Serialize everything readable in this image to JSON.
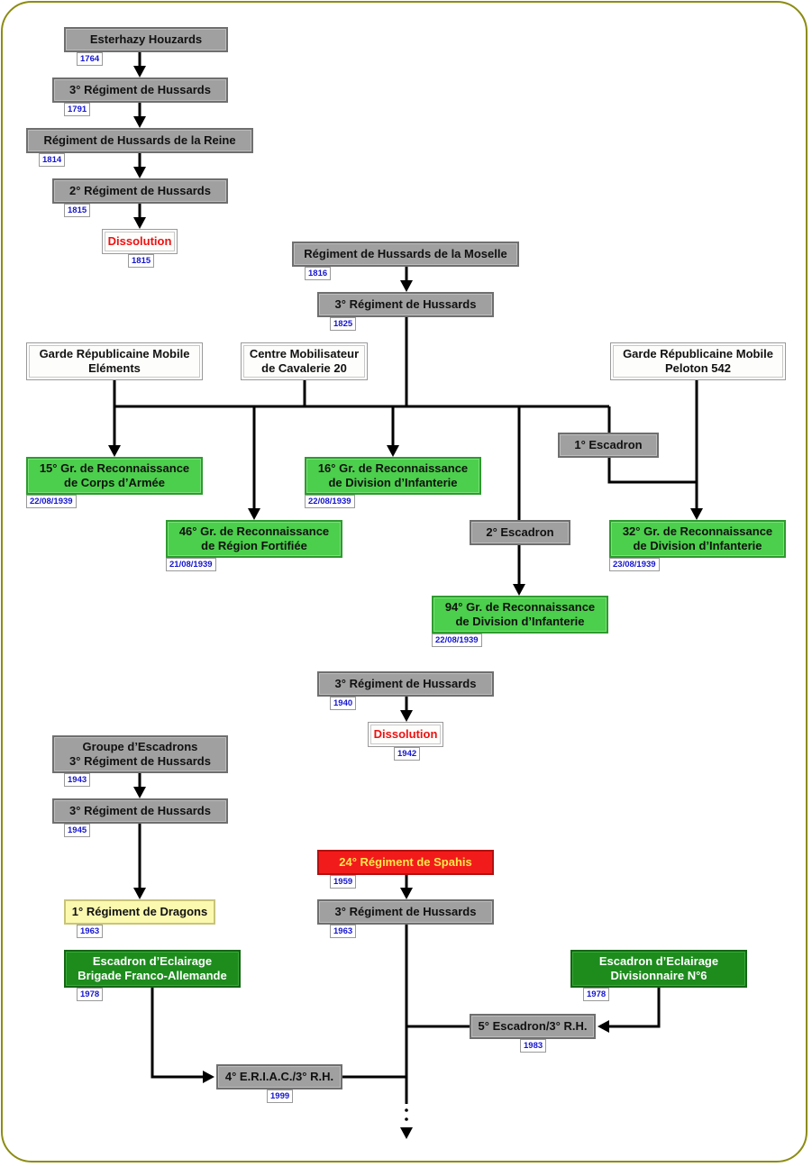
{
  "diagram": {
    "title": "",
    "colors": {
      "frame": "#8c8c14",
      "predecessor_unit": "#a0a0a0",
      "external_unit": "#fdfdfb",
      "reconnaissance_group_1939": "#4ccf4c",
      "eclairage_1978": "#1d8c1d",
      "spahis": "#f21b1b",
      "dragons": "#fbf8b0",
      "dissolution_text": "#ee1111",
      "date_text": "#1515d0"
    },
    "nodes": [
      {
        "id": "esterhazy",
        "label": "Esterhazy Houzards",
        "date": "1764",
        "style": "grey"
      },
      {
        "id": "r3h_1791",
        "label": "3° Régiment de Hussards",
        "date": "1791",
        "style": "grey"
      },
      {
        "id": "reine",
        "label": "Régiment de Hussards de la Reine",
        "date": "1814",
        "style": "grey"
      },
      {
        "id": "r2h_1815",
        "label": "2° Régiment de Hussards",
        "date": "1815",
        "style": "grey"
      },
      {
        "id": "dissol_1815",
        "label": "Dissolution",
        "date": "1815",
        "style": "dissolution"
      },
      {
        "id": "moselle",
        "label": "Régiment de Hussards de la Moselle",
        "date": "1816",
        "style": "grey"
      },
      {
        "id": "r3h_1825",
        "label": "3° Régiment de Hussards",
        "date": "1825",
        "style": "grey"
      },
      {
        "id": "grm_elements",
        "label": "Garde Républicaine Mobile\nEléments",
        "date": "",
        "style": "white"
      },
      {
        "id": "cm20",
        "label": "Centre Mobilisateur\nde Cavalerie 20",
        "date": "",
        "style": "white"
      },
      {
        "id": "grm_542",
        "label": "Garde Républicaine Mobile\nPeloton 542",
        "date": "",
        "style": "white"
      },
      {
        "id": "esc1",
        "label": "1° Escadron",
        "date": "",
        "style": "grey"
      },
      {
        "id": "gr15",
        "label": "15° Gr. de Reconnaissance\nde Corps d’Armée",
        "date": "22/08/1939",
        "style": "green"
      },
      {
        "id": "gr16",
        "label": "16° Gr. de Reconnaissance\nde Division d’Infanterie",
        "date": "22/08/1939",
        "style": "green"
      },
      {
        "id": "gr46",
        "label": "46° Gr. de Reconnaissance\nde Région Fortifiée",
        "date": "21/08/1939",
        "style": "green"
      },
      {
        "id": "esc2",
        "label": "2° Escadron",
        "date": "",
        "style": "grey"
      },
      {
        "id": "gr32",
        "label": "32° Gr. de Reconnaissance\nde Division d’Infanterie",
        "date": "23/08/1939",
        "style": "green"
      },
      {
        "id": "gr94",
        "label": "94° Gr. de Reconnaissance\nde Division d’Infanterie",
        "date": "22/08/1939",
        "style": "green"
      },
      {
        "id": "r3h_1940",
        "label": "3° Régiment de Hussards",
        "date": "1940",
        "style": "grey"
      },
      {
        "id": "dissol_1942",
        "label": "Dissolution",
        "date": "1942",
        "style": "dissolution"
      },
      {
        "id": "groupe_esc",
        "label": "Groupe d’Escadrons\n3° Régiment de Hussards",
        "date": "1943",
        "style": "grey"
      },
      {
        "id": "r3h_1945",
        "label": "3° Régiment de Hussards",
        "date": "1945",
        "style": "grey"
      },
      {
        "id": "dragons",
        "label": "1° Régiment de Dragons",
        "date": "1963",
        "style": "yellow"
      },
      {
        "id": "spahis",
        "label": "24° Régiment de Spahis",
        "date": "1959",
        "style": "red"
      },
      {
        "id": "r3h_1963",
        "label": "3° Régiment de Hussards",
        "date": "1963",
        "style": "grey"
      },
      {
        "id": "ee_bfa",
        "label": "Escadron d’Eclairage\nBrigade Franco-Allemande",
        "date": "1978",
        "style": "darkgreen"
      },
      {
        "id": "ee_d6",
        "label": "Escadron d’Eclairage\nDivisionnaire N°6",
        "date": "1978",
        "style": "darkgreen"
      },
      {
        "id": "esc5",
        "label": "5° Escadron/3° R.H.",
        "date": "1983",
        "style": "grey"
      },
      {
        "id": "eriac4",
        "label": "4° E.R.I.A.C./3° R.H.",
        "date": "1999",
        "style": "grey"
      }
    ],
    "edges": [
      {
        "from": "esterhazy",
        "to": "r3h_1791"
      },
      {
        "from": "r3h_1791",
        "to": "reine"
      },
      {
        "from": "reine",
        "to": "r2h_1815"
      },
      {
        "from": "r2h_1815",
        "to": "dissol_1815"
      },
      {
        "from": "moselle",
        "to": "r3h_1825"
      },
      {
        "from": "r3h_1825",
        "to": "gr15"
      },
      {
        "from": "r3h_1825",
        "to": "gr46"
      },
      {
        "from": "r3h_1825",
        "to": "gr16"
      },
      {
        "from": "r3h_1825",
        "to": "esc2"
      },
      {
        "from": "r3h_1825",
        "to": "esc1"
      },
      {
        "from": "grm_elements",
        "to": "gr15"
      },
      {
        "from": "cm20",
        "to": "gr15"
      },
      {
        "from": "esc1",
        "to": "gr32"
      },
      {
        "from": "grm_542",
        "to": "gr32"
      },
      {
        "from": "esc2",
        "to": "gr94"
      },
      {
        "from": "r3h_1940",
        "to": "dissol_1942"
      },
      {
        "from": "groupe_esc",
        "to": "r3h_1945"
      },
      {
        "from": "r3h_1945",
        "to": "dragons"
      },
      {
        "from": "spahis",
        "to": "r3h_1963"
      },
      {
        "from": "ee_bfa",
        "to": "eriac4"
      },
      {
        "from": "ee_d6",
        "to": "esc5"
      },
      {
        "from": "esc5",
        "to": "r3h_1963"
      },
      {
        "from": "eriac4",
        "to": "r3h_1963"
      },
      {
        "from": "r3h_1963",
        "to": "continues",
        "style": "dotted"
      }
    ]
  }
}
